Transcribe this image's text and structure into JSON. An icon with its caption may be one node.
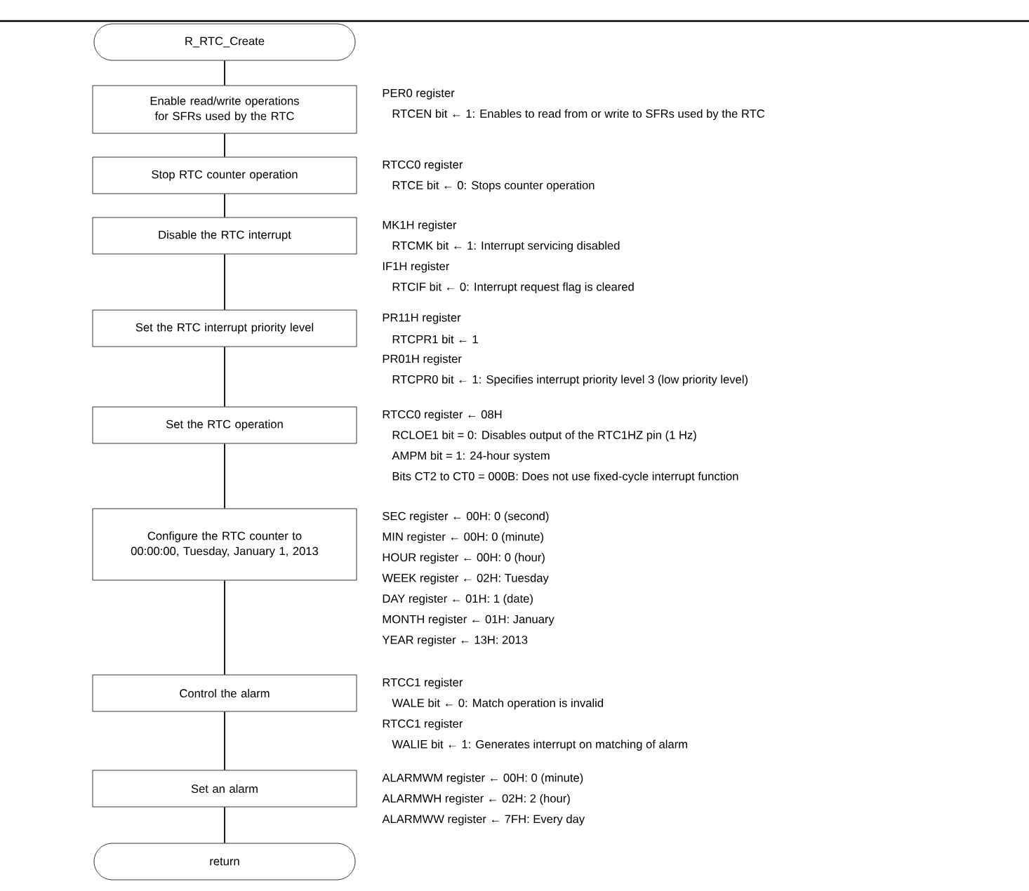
{
  "diagram": {
    "nodes": [
      {
        "text": [
          "R_RTC_Create"
        ]
      },
      {
        "text": [
          "Enable read/write operations for SFRs used by the RTC"
        ],
        "beside": [
          "PER0 register",
          "RTCEN bit ← 1: Enables to read from or write to SFRs used by the RTC"
        ]
      },
      {
        "text": [
          "Stop RTC counter operation"
        ],
        "beside": [
          "RTCC0 register",
          "RTCE bit ← 0: Stops counter operation"
        ]
      },
      {
        "text": [
          "Disable the RTC interrupt"
        ],
        "beside": [
          "MK1H register",
          "RTCMK bit ← 1: Interrupt servicing disabled",
          "IF1H register",
          "RTCIF bit ← 0: Interrupt request flag is cleared"
        ]
      },
      {
        "text": [
          "Set the RTC interrupt priority level"
        ],
        "beside": [
          "PR11H register",
          "RTCPR1 bit ← 1",
          "PR01H register",
          "RTCPR0 bit ← 1: Specifies interrupt priority level 3 (low priority level)"
        ]
      },
      {
        "text": [
          "Set the RTC operation"
        ],
        "beside": [
          "RTCC0 register ← 08H",
          "RCLOE1 bit = 0: Disables output of the RTC1HZ pin (1 Hz)",
          "AMPM bit = 1: 24-hour system",
          "Bits CT2 to CT0 = 000B: Does not use fixed-cycle interrupt function"
        ]
      },
      {
        "text": [
          "Configure the RTC counter to 00:00:00, Tuesday, January 1, 2013"
        ],
        "beside": [
          "SEC register ← 00H: 0 (second)",
          "MIN register ← 00H: 0 (minute)",
          "HOUR register ← 00H: 0 (hour)",
          "WEEK register ← 02H: Tuesday",
          "DAY register ← 01H: 1 (date)",
          "MONTH register ← 01H: January",
          "YEAR register ← 13H: 2013"
        ]
      },
      {
        "text": [
          "Control the alarm"
        ],
        "beside": [
          "RTCC1 register",
          "WALE bit ← 0: Match operation is invalid",
          "RTCC1 register",
          "WALIE bit ← 1: Generates interrupt on matching of alarm"
        ]
      },
      {
        "text": [
          "Set an alarm"
        ],
        "beside": [
          "ALARMWM register ← 00H: 0 (minute)",
          "ALARMWH register ← 02H: 2 (hour)",
          "ALARMWW register ← 7FH: Every day"
        ]
      },
      {
        "text": [
          "return"
        ]
      }
    ],
    "edges": [
      {
        "from": 0,
        "to": 1,
        "arrow": "none"
      },
      {
        "from": 1,
        "to": 2,
        "arrow": "none"
      },
      {
        "from": 2,
        "to": 3,
        "arrow": "none"
      },
      {
        "from": 3,
        "to": 4,
        "arrow": "none"
      },
      {
        "from": 4,
        "to": 5,
        "arrow": "none"
      },
      {
        "from": 5,
        "to": 6,
        "arrow": "none"
      },
      {
        "from": 6,
        "to": 7,
        "arrow": "none"
      },
      {
        "from": 7,
        "to": 8,
        "arrow": "none"
      },
      {
        "from": 8,
        "to": 9,
        "arrow": "none"
      }
    ]
  }
}
